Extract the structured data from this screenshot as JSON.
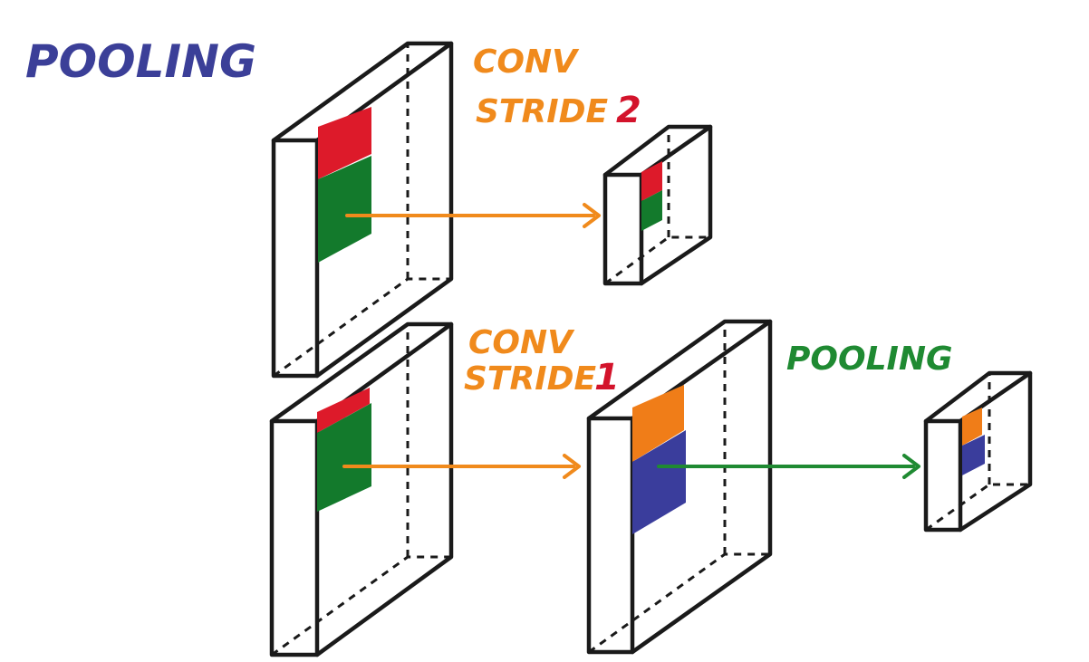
{
  "title": "POOLING",
  "labels": {
    "conv_top_line1": "CONV",
    "conv_top_line2": "STRIDE",
    "conv_top_stride": "2",
    "conv_bottom_line1": "CONV",
    "conv_bottom_line2": "STRIDE",
    "conv_bottom_stride": "1",
    "pooling_op": "POOLING"
  },
  "colors": {
    "title": "#3b3f98",
    "conv_label": "#f08a1c",
    "stride_number": "#d3132b",
    "pooling_label": "#1f8a32",
    "patch_red": "#dd1a2a",
    "patch_green": "#137a2c",
    "patch_orange": "#f07d18",
    "patch_blue": "#3a3d9c",
    "arrow_orange": "#f08a1c",
    "arrow_green": "#1f8a32"
  }
}
